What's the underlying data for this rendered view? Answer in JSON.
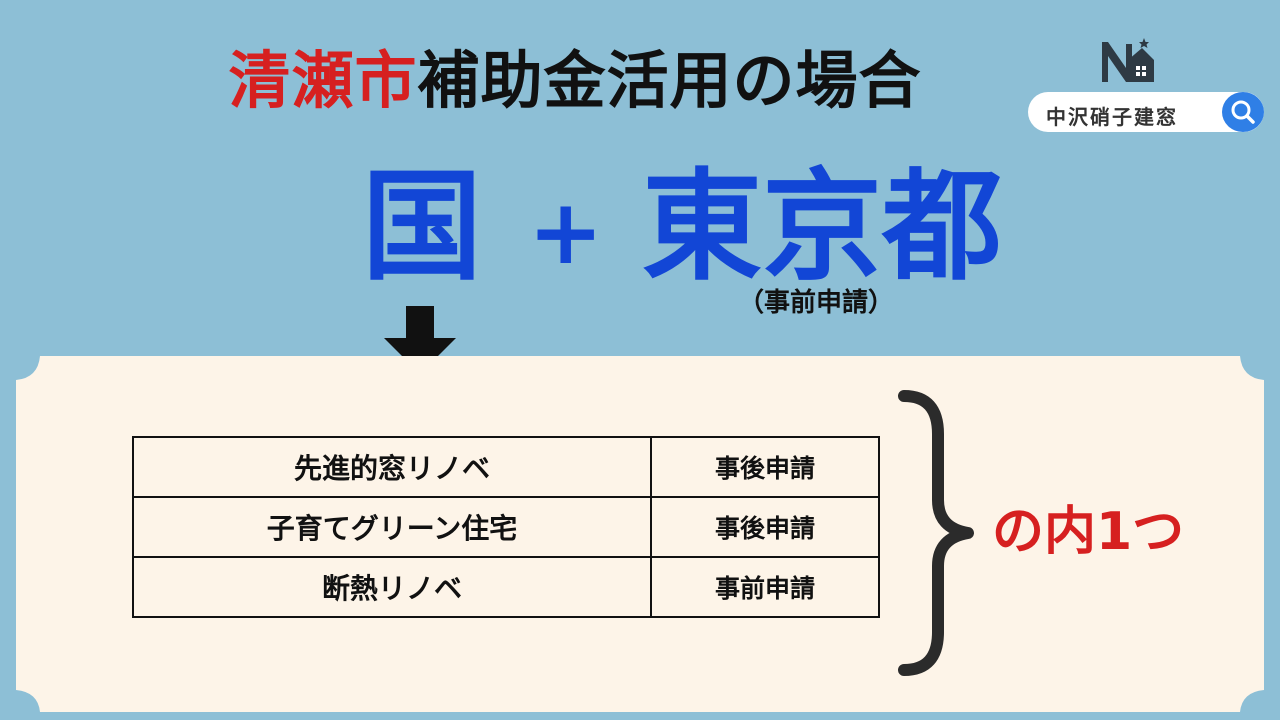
{
  "title": {
    "city": "清瀬市",
    "rest": "補助金活用の場合"
  },
  "funding": {
    "national": "国",
    "plus": "+",
    "tokyo": "東京都",
    "tokyo_note": "（事前申請）"
  },
  "logo": {
    "search_text": "中沢硝子建窓",
    "icon": "search-icon",
    "brand_mark": "house-logo-icon"
  },
  "plans": {
    "rows": [
      {
        "name": "先進的窓リノベ",
        "timing": "事後申請"
      },
      {
        "name": "子育てグリーン住宅",
        "timing": "事後申請"
      },
      {
        "name": "断熱リノベ",
        "timing": "事前申請"
      }
    ]
  },
  "one_of": "の内1つ",
  "colors": {
    "background": "#8dbfd6",
    "panel": "#fdf4e8",
    "accent_red": "#d62020",
    "accent_blue": "#1246d6",
    "search_blue": "#2f7fe6"
  }
}
